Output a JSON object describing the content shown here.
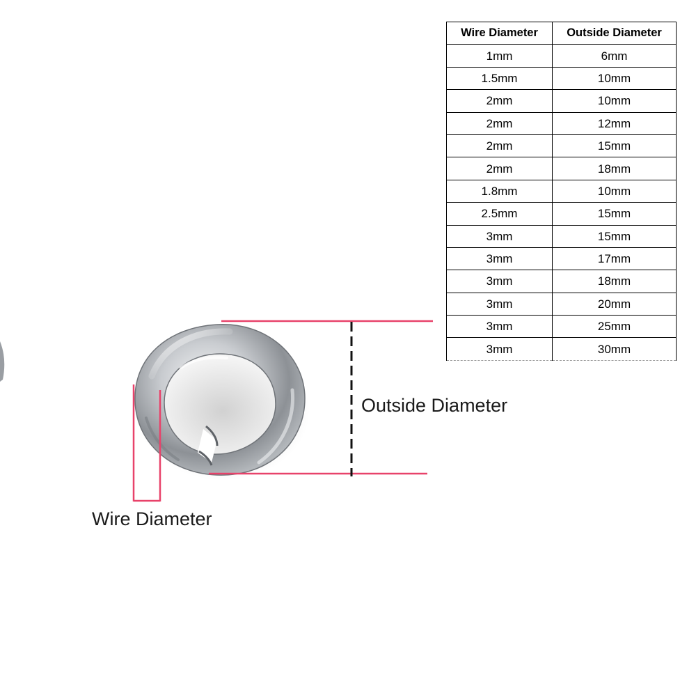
{
  "table": {
    "headers": [
      "Wire Diameter",
      "Outside Diameter"
    ],
    "rows": [
      [
        "1mm",
        "6mm"
      ],
      [
        "1.5mm",
        "10mm"
      ],
      [
        "2mm",
        "10mm"
      ],
      [
        "2mm",
        "12mm"
      ],
      [
        "2mm",
        "15mm"
      ],
      [
        "2mm",
        "18mm"
      ],
      [
        "1.8mm",
        "10mm"
      ],
      [
        "2.5mm",
        "15mm"
      ],
      [
        "3mm",
        "15mm"
      ],
      [
        "3mm",
        "17mm"
      ],
      [
        "3mm",
        "18mm"
      ],
      [
        "3mm",
        "20mm"
      ],
      [
        "3mm",
        "25mm"
      ],
      [
        "3mm",
        "30mm"
      ]
    ]
  },
  "labels": {
    "outside_diameter": "Outside Diameter",
    "wire_diameter": "Wire Diameter"
  },
  "colors": {
    "dimension_line": "#e8426a",
    "ring_metal": "#b8bcc0",
    "background": "#ffffff"
  },
  "icons": {
    "product": "split-ring-photo"
  }
}
